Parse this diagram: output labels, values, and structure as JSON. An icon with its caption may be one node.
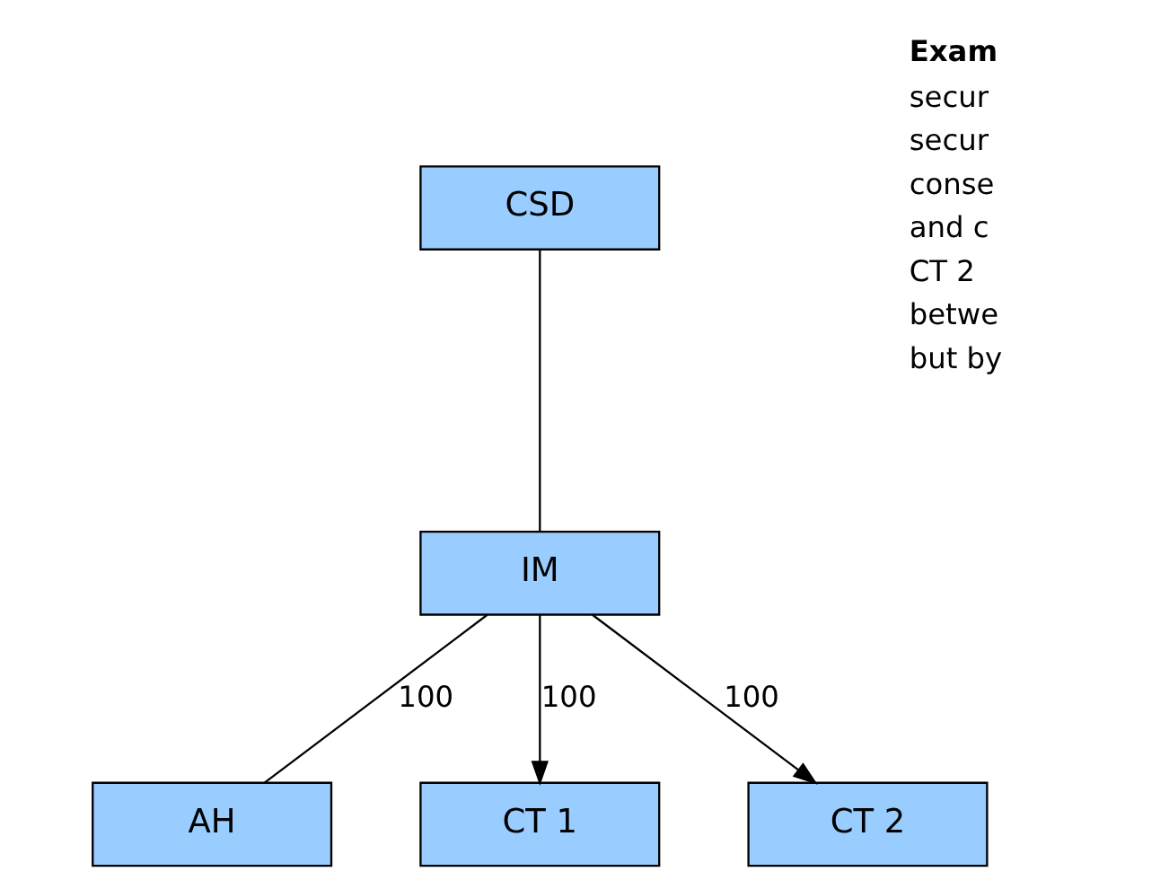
{
  "diagram": {
    "nodes": [
      {
        "text": [
          "CSD"
        ]
      },
      {
        "text": [
          "IM"
        ]
      },
      {
        "text": [
          "AH"
        ]
      },
      {
        "text": [
          "CT 1"
        ]
      },
      {
        "text": [
          "CT 2"
        ]
      }
    ],
    "edges": [
      {
        "from": 0,
        "to": 1,
        "arrow": "none"
      },
      {
        "from": 1,
        "to": 2,
        "arrow": "none",
        "label": "100"
      },
      {
        "from": 1,
        "to": 3,
        "arrow": "to",
        "label": "100"
      },
      {
        "from": 1,
        "to": 4,
        "arrow": "to",
        "label": "100"
      }
    ],
    "labels": [
      "Exam",
      "secur",
      "secur",
      "conse",
      "and c",
      "CT 2",
      "betwe",
      "but by"
    ]
  }
}
